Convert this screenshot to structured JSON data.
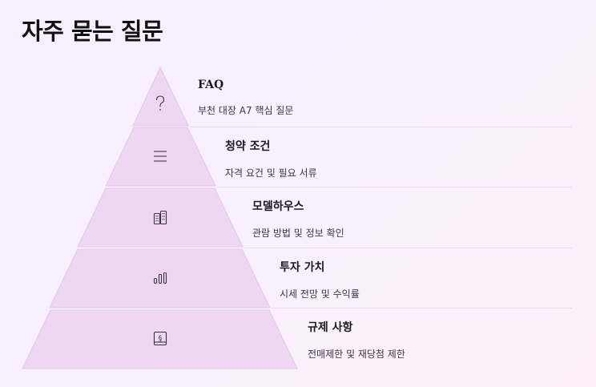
{
  "page": {
    "title": "자주 묻는 질문"
  },
  "tiers": [
    {
      "title": "FAQ",
      "description": "부천 대장 A7 핵심 질문",
      "icon": "question-mark-icon"
    },
    {
      "title": "청약 조건",
      "description": "자격 요건 및 필요 서류",
      "icon": "list-lines-icon"
    },
    {
      "title": "모델하우스",
      "description": "관람 방법 및 정보 확인",
      "icon": "building-icon"
    },
    {
      "title": "투자 가치",
      "description": "시세 전망 및 수익률",
      "icon": "bar-chart-icon"
    },
    {
      "title": "규제 사항",
      "description": "전매제한 및 재당첨 제한",
      "icon": "law-book-icon"
    }
  ],
  "colors": {
    "tier_fill": "#efd6f2",
    "tier_stroke": "#e5c6ea",
    "background": "#f8f0fd"
  }
}
